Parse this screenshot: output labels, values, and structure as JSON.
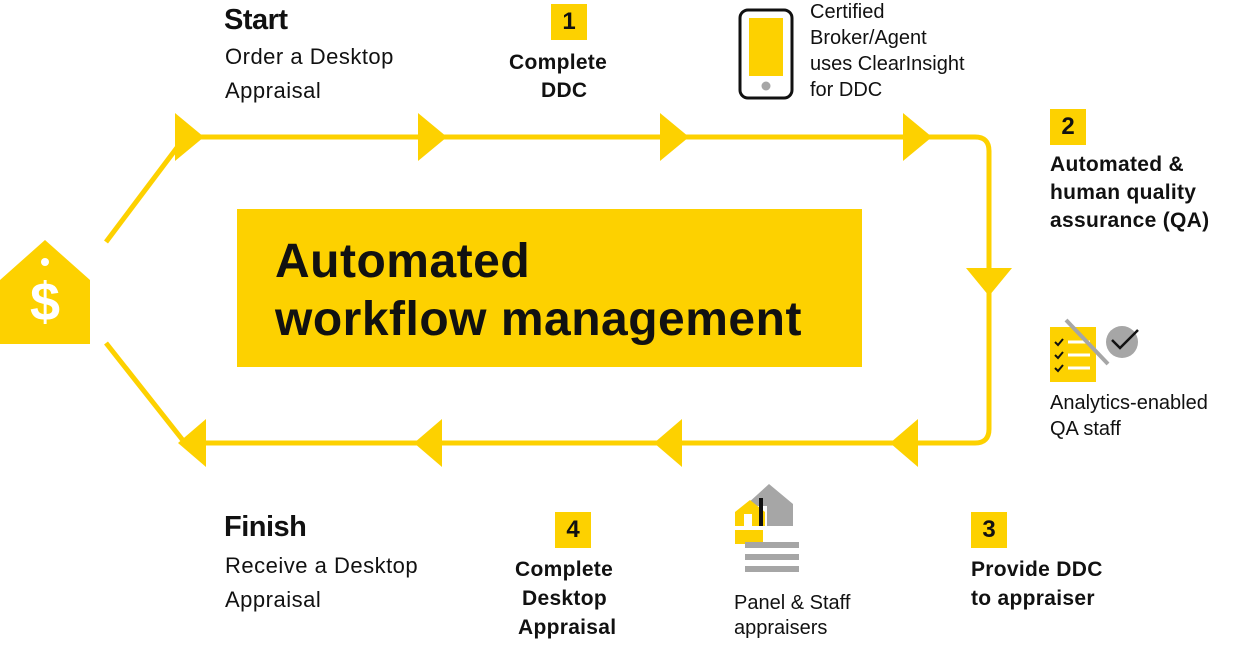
{
  "start": {
    "title": "Start",
    "lines": [
      "Order a Desktop",
      "Appraisal"
    ]
  },
  "finish": {
    "title": "Finish",
    "lines": [
      "Receive a Desktop",
      "Appraisal"
    ]
  },
  "center": {
    "lines": [
      "Automated",
      "workflow management"
    ]
  },
  "steps": [
    {
      "number": "1",
      "lines": [
        "Complete",
        "DDC"
      ]
    },
    {
      "number": "2",
      "lines": [
        "Automated &",
        "human quality",
        "assurance (QA)"
      ]
    },
    {
      "number": "3",
      "lines": [
        "Provide DDC",
        "to appraiser"
      ]
    },
    {
      "number": "4",
      "lines": [
        "Complete",
        "Desktop",
        "Appraisal"
      ]
    }
  ],
  "notes": {
    "broker": [
      "Certified",
      "Broker/Agent",
      "uses ClearInsight",
      "for DDC"
    ],
    "qa_staff": [
      "Analytics-enabled",
      "QA staff"
    ],
    "appraisers": [
      "Panel & Staff",
      "appraisers"
    ]
  },
  "icons": {
    "dollar_tag": "dollar-house-tag-icon",
    "dollar_symbol": "$",
    "phone": "smartphone-icon",
    "checklist": "checklist-icon",
    "houses": "houses-icon"
  },
  "colors": {
    "accent": "#fdd100",
    "gray": "#a6a6a6",
    "text": "#111111"
  }
}
